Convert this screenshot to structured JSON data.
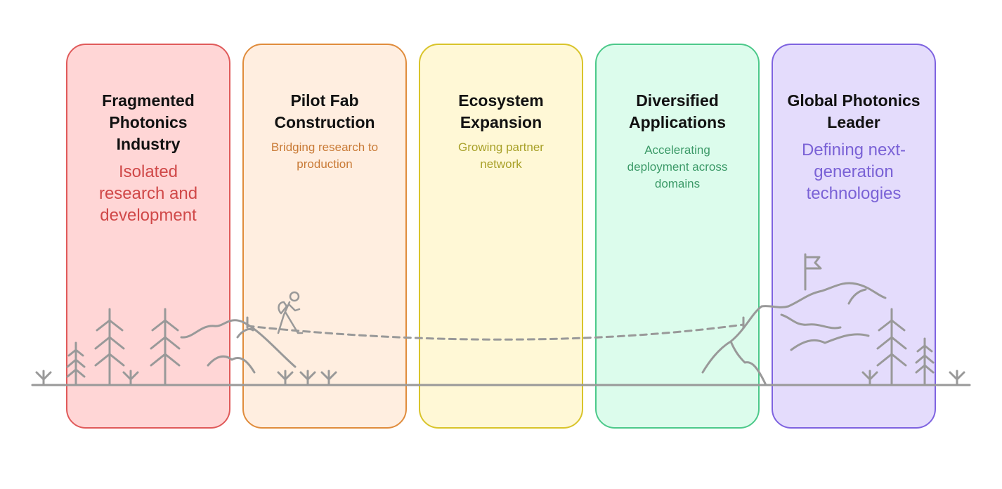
{
  "stages": [
    {
      "title": "Fragmented\nPhotonics\nIndustry",
      "subtitle": "Isolated\nresearch and\ndevelopment",
      "color": "#d04848"
    },
    {
      "title": "Pilot Fab\nConstruction",
      "subtitle": "Bridging research to\nproduction",
      "color": "#c97a36"
    },
    {
      "title": "Ecosystem\nExpansion",
      "subtitle": "Growing partner\nnetwork",
      "color": "#a8a028"
    },
    {
      "title": "Diversified\nApplications",
      "subtitle": "Accelerating\ndeployment across\ndomains",
      "color": "#3c9a68"
    },
    {
      "title": "Global Photonics\nLeader",
      "subtitle": "Defining next-\ngeneration\ntechnologies",
      "color": "#7a62d6"
    }
  ],
  "illustration": {
    "icons": [
      "pine-tree-icon",
      "hiker-icon",
      "mountain-icon",
      "flag-icon",
      "grass-tuft-icon",
      "dashed-path"
    ],
    "line_color": "#999999"
  }
}
